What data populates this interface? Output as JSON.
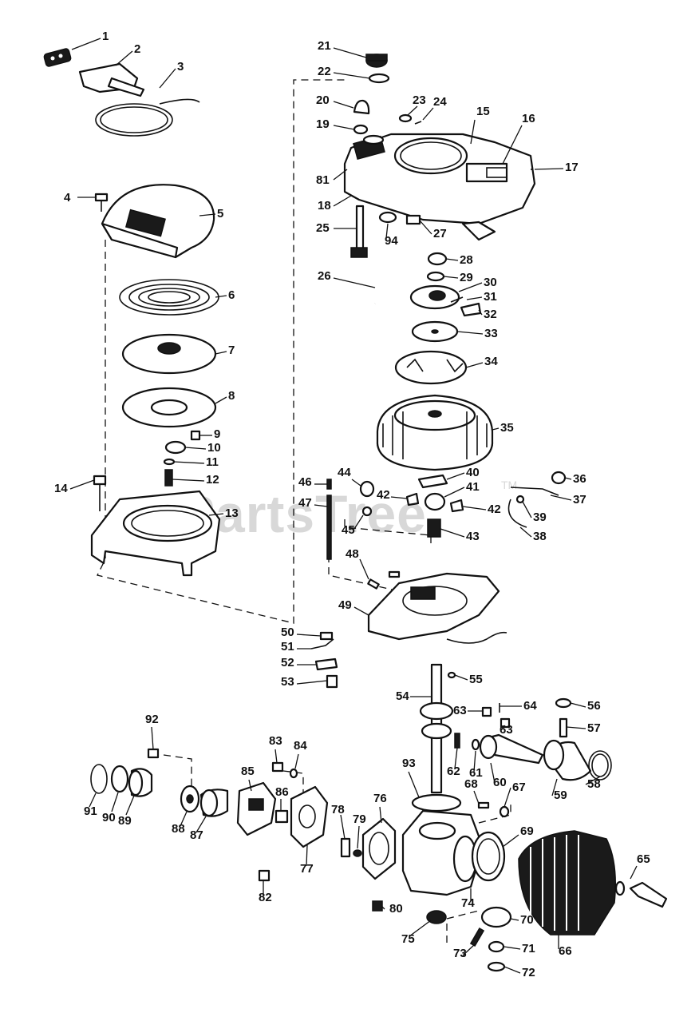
{
  "watermark": {
    "text": "PartsTree",
    "trademark": "TM"
  },
  "callouts": [
    "1",
    "2",
    "3",
    "4",
    "5",
    "6",
    "7",
    "8",
    "9",
    "10",
    "11",
    "12",
    "13",
    "14",
    "15",
    "16",
    "17",
    "18",
    "19",
    "20",
    "21",
    "22",
    "23",
    "24",
    "25",
    "26",
    "27",
    "28",
    "29",
    "30",
    "31",
    "32",
    "33",
    "34",
    "35",
    "36",
    "37",
    "38",
    "39",
    "40",
    "41",
    "42",
    "42",
    "43",
    "44",
    "45",
    "46",
    "47",
    "48",
    "49",
    "50",
    "51",
    "52",
    "53",
    "54",
    "55",
    "56",
    "57",
    "58",
    "59",
    "60",
    "61",
    "62",
    "63",
    "63",
    "64",
    "65",
    "66",
    "67",
    "68",
    "69",
    "70",
    "71",
    "72",
    "73",
    "74",
    "75",
    "76",
    "77",
    "78",
    "79",
    "80",
    "81",
    "82",
    "83",
    "84",
    "85",
    "86",
    "87",
    "88",
    "89",
    "90",
    "91",
    "92",
    "93",
    "94"
  ]
}
